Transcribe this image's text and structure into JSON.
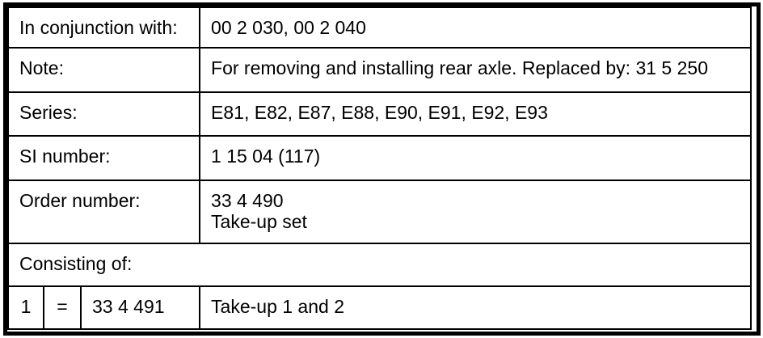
{
  "table": {
    "rows": [
      {
        "label": "In conjunction with:",
        "value": "00 2 030, 00 2 040"
      },
      {
        "label": "Note:",
        "value": "For removing and installing rear axle. Replaced by: 31 5 250"
      },
      {
        "label": "Series:",
        "value": "E81, E82, E87, E88, E90, E91, E92, E93"
      },
      {
        "label": "SI number:",
        "value": "1 15 04 (117)"
      },
      {
        "label": "Order number:",
        "value_lines": [
          "33 4 490",
          "Take-up set"
        ]
      }
    ],
    "consisting_of_label": "Consisting of:",
    "items": [
      {
        "index": "1",
        "relation": "=",
        "part_number": "33 4 491",
        "description": "Take-up 1 and 2"
      }
    ]
  },
  "colors": {
    "border": "#000000",
    "text": "#000000",
    "background": "#ffffff"
  }
}
